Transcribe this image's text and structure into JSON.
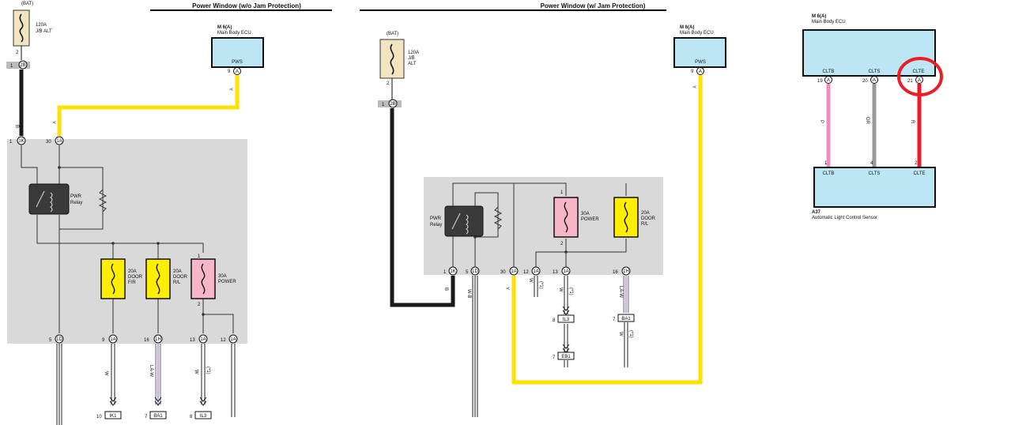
{
  "left_panel": {
    "title": "Power Window (w/o Jam Protection)",
    "bat": "(BAT)",
    "alt_fuse": [
      "120A",
      "J/B ALT"
    ],
    "alt_pin": "2",
    "conn_1_2b": {
      "pin": "1",
      "id": "2B"
    },
    "conn_1_1k": {
      "pin": "1",
      "id": "1K"
    },
    "conn_30_1a": {
      "pin": "30",
      "id": "1A"
    },
    "wire_b": "B",
    "wire_y": "Y",
    "ecu": {
      "code": "M 6(A)",
      "name": "Main Body ECU",
      "terminal": "PWS",
      "pin": "9",
      "conn": "A"
    },
    "relay": [
      "PWR",
      "Relay"
    ],
    "fuse_door_fr": [
      "20A",
      "DOOR",
      "F/R"
    ],
    "fuse_door_rl": [
      "20A",
      "DOOR",
      "R/L"
    ],
    "fuse_power": [
      "30A",
      "POWER"
    ],
    "power_pin_top": "1",
    "power_pin_bottom": "2",
    "bottom_conns": [
      {
        "pin": "5",
        "id": "1D"
      },
      {
        "pin": "9",
        "id": "1A"
      },
      {
        "pin": "16",
        "id": "1H"
      },
      {
        "pin": "13",
        "id": "1A"
      },
      {
        "pin": "12",
        "id": "1A"
      }
    ],
    "wire_w1": "W",
    "wire_law": "LA-W",
    "wire_w2": "W",
    "note_star1": "(*1)",
    "end_conns": [
      {
        "pin": "10",
        "id": "IK1"
      },
      {
        "pin": "7",
        "id": "BA1"
      },
      {
        "pin": "8",
        "id": "IL3"
      }
    ]
  },
  "middle_panel": {
    "title": "Power Window (w/ Jam Protection)",
    "bat": "(BAT)",
    "alt_fuse": [
      "120A",
      "J/B",
      "ALT"
    ],
    "alt_pin": "2",
    "conn_1_2b": {
      "pin": "1",
      "id": "2B"
    },
    "ecu": {
      "code": "M 6(A)",
      "name": "Main Body ECU",
      "terminal": "PWS",
      "pin": "9",
      "conn": "A"
    },
    "wire_y": "Y",
    "relay": [
      "PWR",
      "Relay"
    ],
    "fuse_power": [
      "30A",
      "POWER"
    ],
    "power_pin_top": "1",
    "power_pin_bottom": "2",
    "fuse_door_rl": [
      "20A",
      "DOOR",
      "R/L"
    ],
    "bottom_conns": [
      {
        "pin": "1",
        "id": "1K"
      },
      {
        "pin": "5",
        "id": "1D"
      },
      {
        "pin": "30",
        "id": "1A"
      },
      {
        "pin": "12",
        "id": "1A"
      },
      {
        "pin": "13",
        "id": "1A"
      },
      {
        "pin": "16",
        "id": "1H"
      }
    ],
    "wire_b": "B",
    "wire_wb": "W-B",
    "wire_y2": "Y",
    "wire_w1": "W",
    "wire_w2": "W",
    "wire_law": "LA-W",
    "wire_w3": "W",
    "note_star1": "(*1)",
    "end_conns": [
      {
        "pin": "8",
        "id": "IL3"
      },
      {
        "pin": "7",
        "id": "BA1"
      },
      {
        "pin": "7",
        "id": "EB1"
      }
    ]
  },
  "right_panel": {
    "ecu": {
      "code": "M 6(A)",
      "name": "Main Body ECU"
    },
    "ecu_terminals": [
      {
        "name": "CLTB",
        "pin": "19",
        "conn": "A"
      },
      {
        "name": "CLTS",
        "pin": "20",
        "conn": "A"
      },
      {
        "name": "CLTE",
        "pin": "21",
        "conn": "A"
      }
    ],
    "wires": [
      {
        "label": "P",
        "color": "#f08cbe"
      },
      {
        "label": "GR",
        "color": "#999999"
      },
      {
        "label": "R",
        "color": "#ee1c25"
      }
    ],
    "sensor_pins": [
      "1",
      "4",
      "2"
    ],
    "sensor_terminals": [
      "CLTB",
      "CLTS",
      "CLTE"
    ],
    "sensor_code": "A37",
    "sensor_name": "Automatic Light Control Sensor",
    "highlight_color": "#ee1c25"
  },
  "colors": {
    "yellow_wire": "#ffe000",
    "black_wire": "#1a1a1a",
    "pink_wire": "#f08cbe",
    "gray_wire": "#999999",
    "red_wire": "#ee1c25",
    "lavender_wire": "#c8b8e0",
    "ecu_fill": "#bde6f5",
    "relay_area": "#d9d9d9",
    "fuse_yellow": "#ffee00",
    "fuse_pink": "#f7b6c8",
    "fuse_beige": "#f2e4be"
  }
}
